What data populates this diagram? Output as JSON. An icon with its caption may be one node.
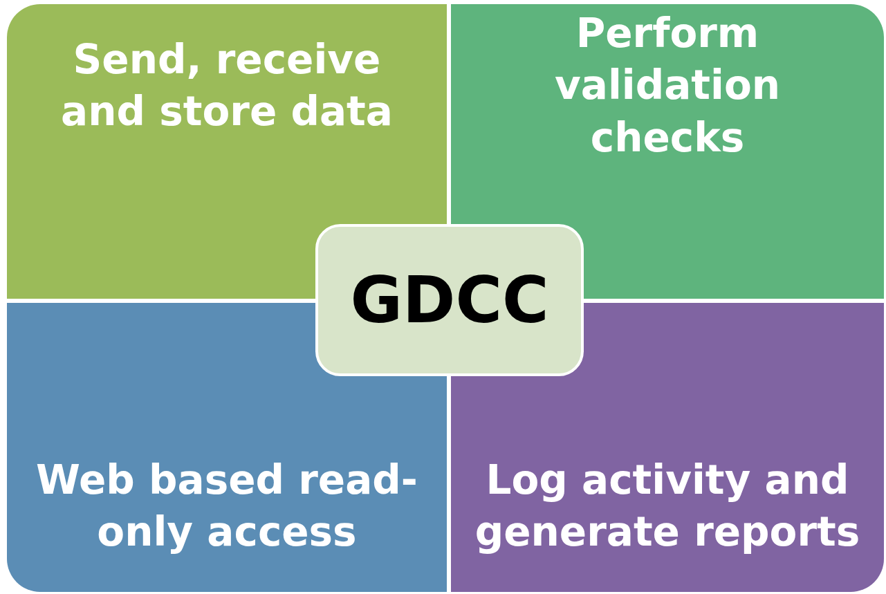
{
  "diagram": {
    "nodes": [
      {
        "text": [
          "Send, receive and store data"
        ]
      },
      {
        "text": [
          "Perform validation checks"
        ]
      },
      {
        "text": [
          "Web based read-only access"
        ]
      },
      {
        "text": [
          "Log activity and generate reports"
        ]
      },
      {
        "text": [
          "GDCC"
        ]
      }
    ]
  }
}
